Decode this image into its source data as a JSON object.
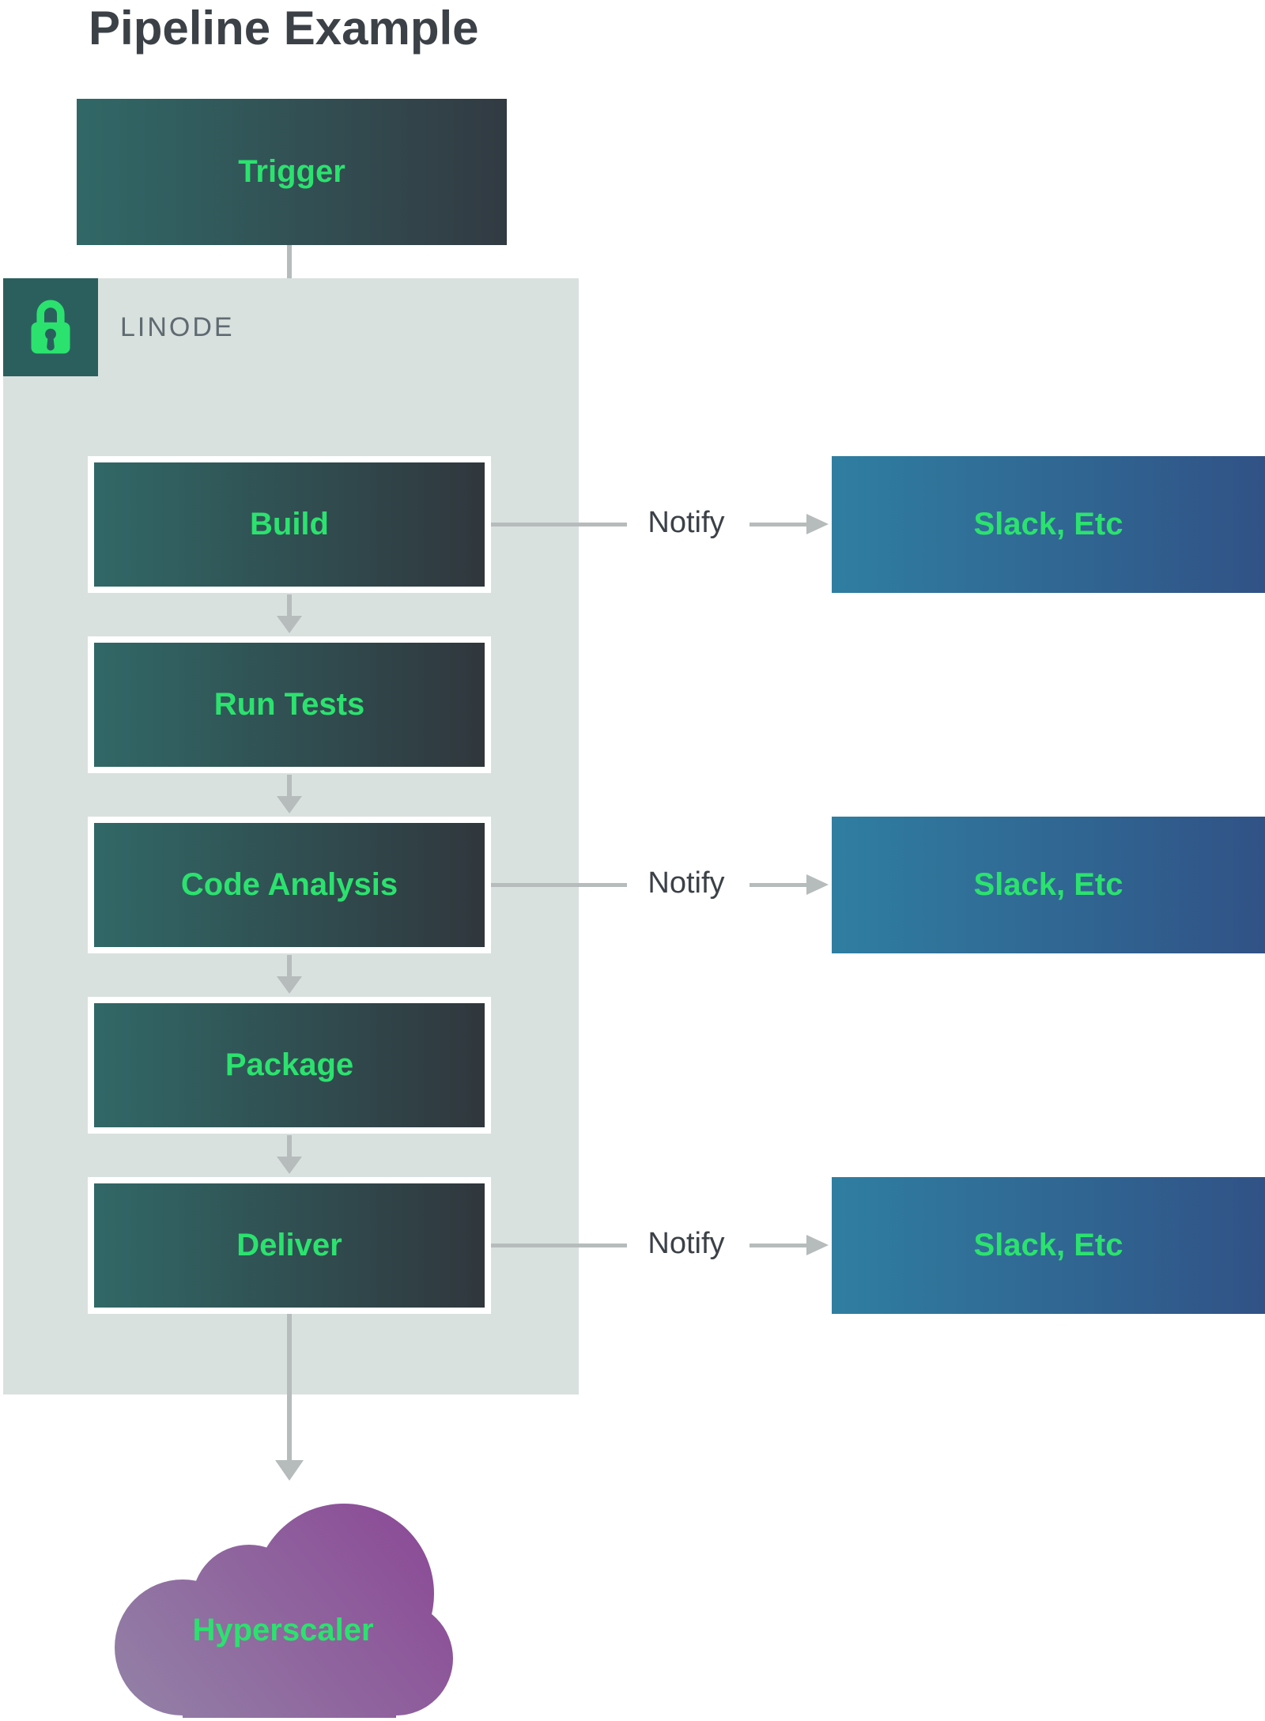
{
  "title": "Pipeline Example",
  "trigger": {
    "label": "Trigger"
  },
  "provider": {
    "name": "LINODE",
    "icon": "lock-icon"
  },
  "stages": [
    {
      "label": "Build"
    },
    {
      "label": "Run Tests"
    },
    {
      "label": "Code Analysis"
    },
    {
      "label": "Package"
    },
    {
      "label": "Deliver"
    }
  ],
  "notify_rows": [
    {
      "label": "Notify",
      "target": "Slack, Etc",
      "from_stage": "Build"
    },
    {
      "label": "Notify",
      "target": "Slack, Etc",
      "from_stage": "Code Analysis"
    },
    {
      "label": "Notify",
      "target": "Slack, Etc",
      "from_stage": "Deliver"
    }
  ],
  "cloud": {
    "label": "Hyperscaler"
  },
  "colors": {
    "accent_green": "#2be26e",
    "stage_gradient_start": "#316867",
    "stage_gradient_end": "#30373d",
    "slack_gradient_start": "#2f7ea1",
    "slack_gradient_end": "#315286",
    "container_bg": "#d9e1df",
    "lock_tile_bg": "#2b5f5e",
    "arrow_gray": "#b6bbbb",
    "cloud_gradient_start": "#8c4d97",
    "cloud_gradient_end": "#927da5",
    "heading_text": "#3b4147",
    "provider_text": "#5f6a71"
  }
}
